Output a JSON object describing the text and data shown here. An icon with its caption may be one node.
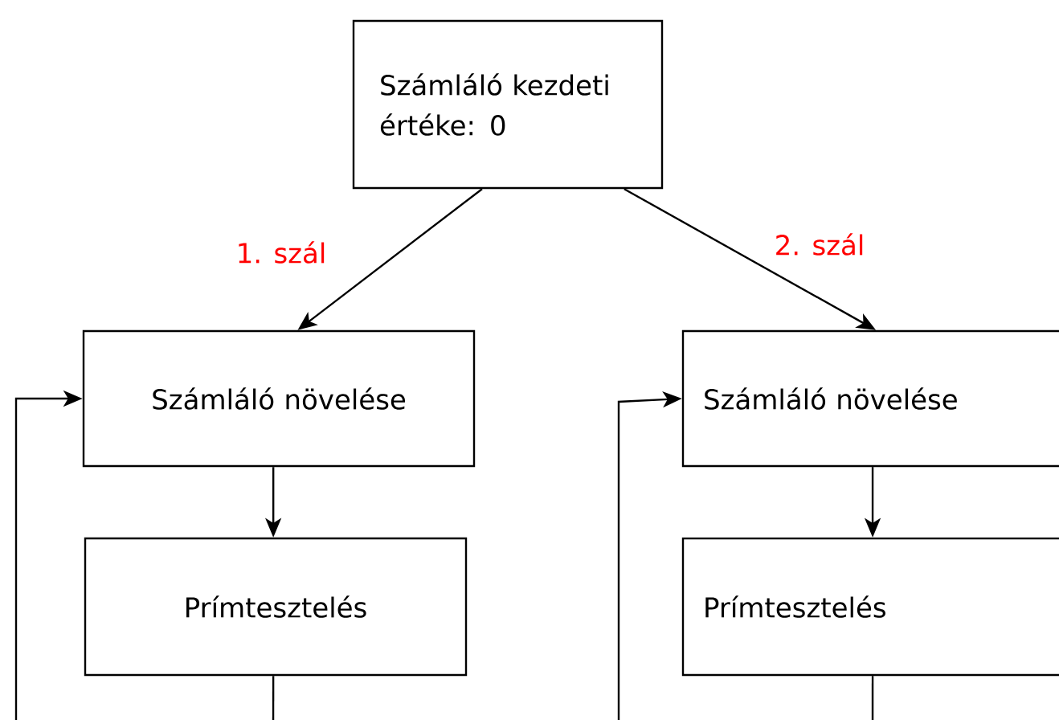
{
  "diagram": {
    "nodes": [
      {
        "text": [
          "Számláló kezdeti értéke: 0"
        ]
      },
      {
        "text": [
          "Számláló növelése"
        ]
      },
      {
        "text": [
          "Prímtesztelés"
        ]
      },
      {
        "text": [
          "Számláló növelése"
        ]
      },
      {
        "text": [
          "Prímtesztelés"
        ]
      }
    ],
    "edges": [
      {
        "from": 0,
        "to": 1,
        "arrow": "to",
        "label": "1. szál"
      },
      {
        "from": 0,
        "to": 3,
        "arrow": "to",
        "label": "2. szál"
      },
      {
        "from": 1,
        "to": 2,
        "arrow": "to"
      },
      {
        "from": 3,
        "to": 4,
        "arrow": "to"
      },
      {
        "from": null,
        "to": 1,
        "arrow": "to"
      },
      {
        "from": 2,
        "to": null,
        "arrow": "none"
      },
      {
        "from": null,
        "to": 3,
        "arrow": "to"
      },
      {
        "from": 4,
        "to": null,
        "arrow": "none"
      }
    ]
  }
}
